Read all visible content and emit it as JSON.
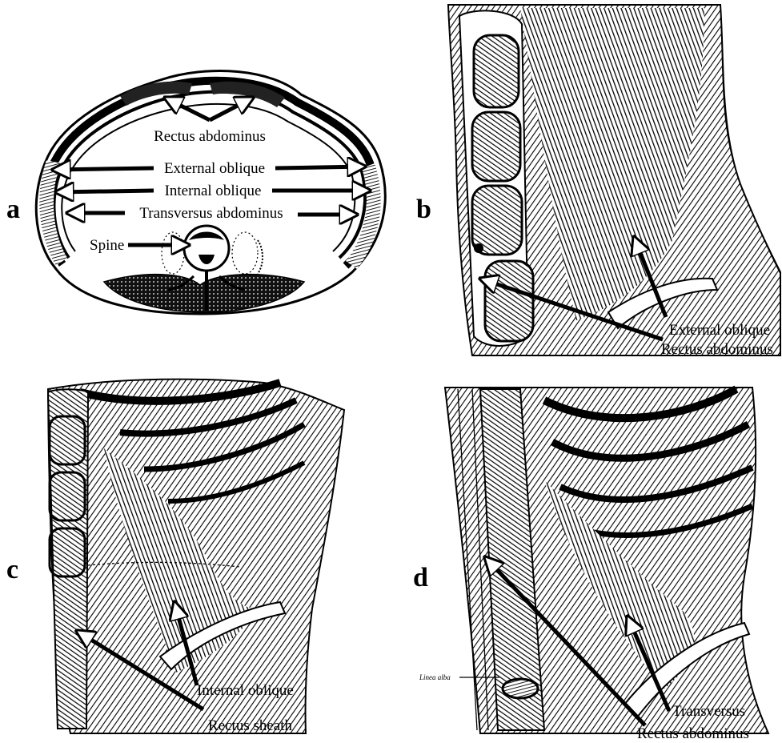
{
  "panel_a": {
    "letter": "a",
    "labels": {
      "rectus": "Rectus abdominus",
      "external": "External oblique",
      "internal": "Internal oblique",
      "transversus": "Transversus abdominus",
      "spine": "Spine"
    }
  },
  "panel_b": {
    "letter": "b",
    "labels": {
      "external": "External oblique",
      "rectus": "Rectus abdominus"
    }
  },
  "panel_c": {
    "letter": "c",
    "labels": {
      "internal": "Internal oblique",
      "sheath": "Rectus sheath"
    }
  },
  "panel_d": {
    "letter": "d",
    "labels": {
      "transversus": "Transversus",
      "rectus": "Rectus abdominus",
      "linea_alba": "Linea alba"
    }
  },
  "colors": {
    "ink": "#000000",
    "background": "#ffffff"
  }
}
